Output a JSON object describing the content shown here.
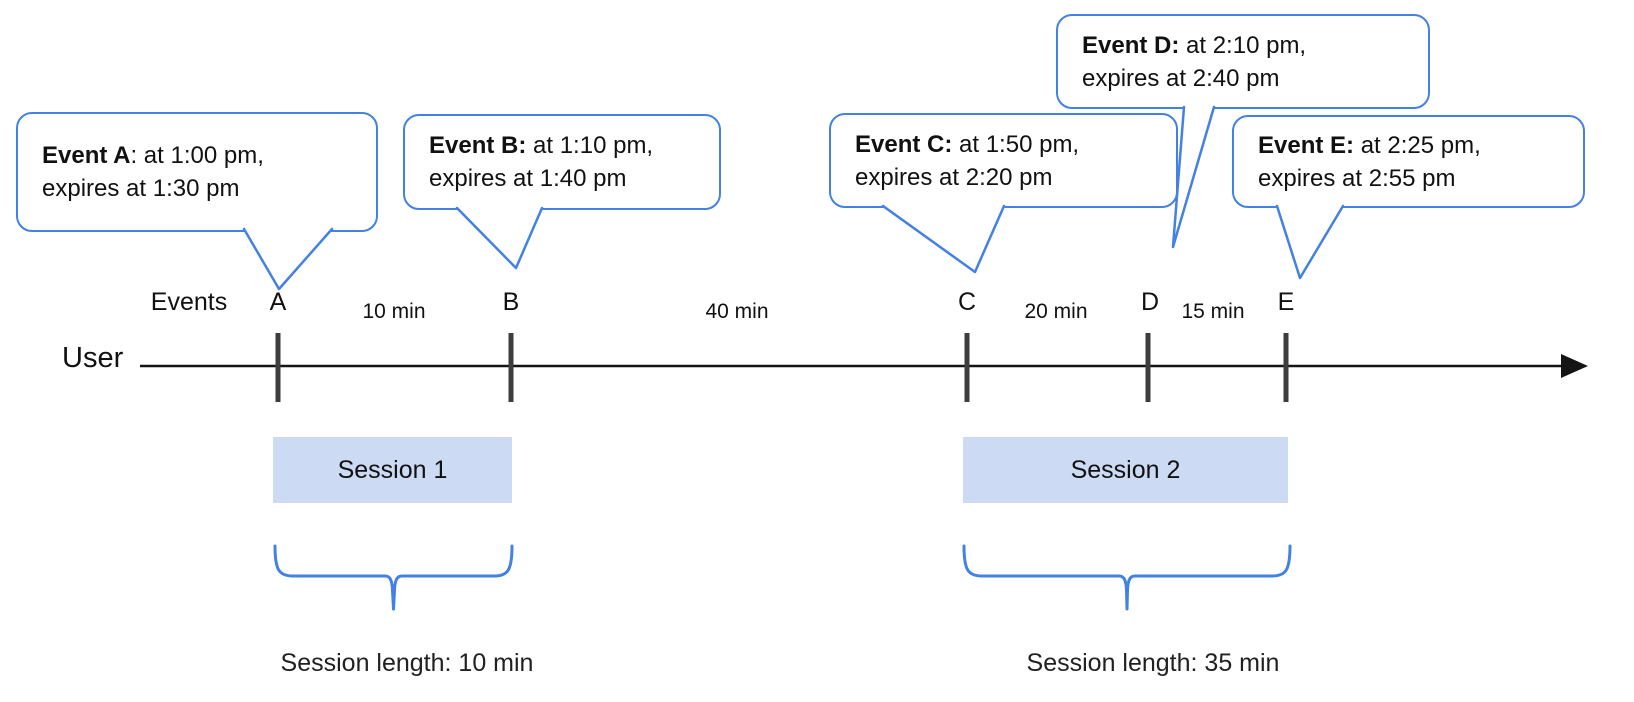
{
  "events": [
    {
      "name": "A",
      "title": "Event A",
      "title_rest": ": at 1:00 pm,",
      "line2": "expires at 1:30 pm"
    },
    {
      "name": "B",
      "title": "Event B:",
      "title_rest": " at 1:10 pm,",
      "line2": "expires at 1:40 pm"
    },
    {
      "name": "C",
      "title": "Event C:",
      "title_rest": " at 1:50 pm,",
      "line2": "expires at 2:20 pm"
    },
    {
      "name": "D",
      "title": "Event D:",
      "title_rest": " at 2:10 pm,",
      "line2": "expires at 2:40 pm"
    },
    {
      "name": "E",
      "title": "Event E:",
      "title_rest": " at 2:25 pm,",
      "line2": "expires at 2:55 pm"
    }
  ],
  "timeline": {
    "row_label": "User",
    "events_label": "Events",
    "ticks": [
      "A",
      "B",
      "C",
      "D",
      "E"
    ],
    "intervals": [
      "10 min",
      "40 min",
      "20 min",
      "15 min"
    ]
  },
  "sessions": [
    {
      "name": "Session 1",
      "length": "Session length: 10 min"
    },
    {
      "name": "Session 2",
      "length": "Session length: 35 min"
    }
  ],
  "colors": {
    "bubble_border": "#4381e2",
    "brace": "#4381e2",
    "session_fill": "#ccdaf4",
    "axis": "#141414",
    "tick": "#3d3d3d"
  }
}
